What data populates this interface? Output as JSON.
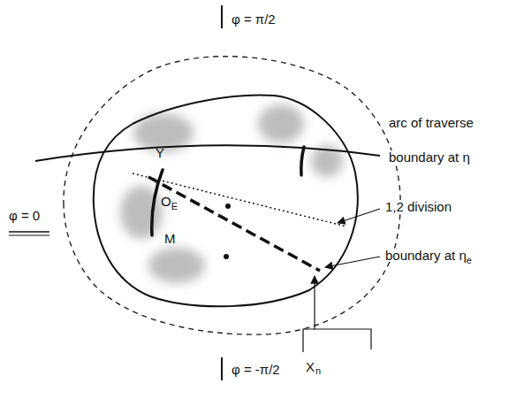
{
  "diagram": {
    "labels": [
      "φ = π/2",
      "φ = 0",
      "φ = -π/2",
      "arc of traverse",
      "boundary at η",
      "1,2 division",
      "boundary at η",
      "e",
      "X",
      "n",
      "Y",
      "O",
      "E",
      "M"
    ]
  }
}
